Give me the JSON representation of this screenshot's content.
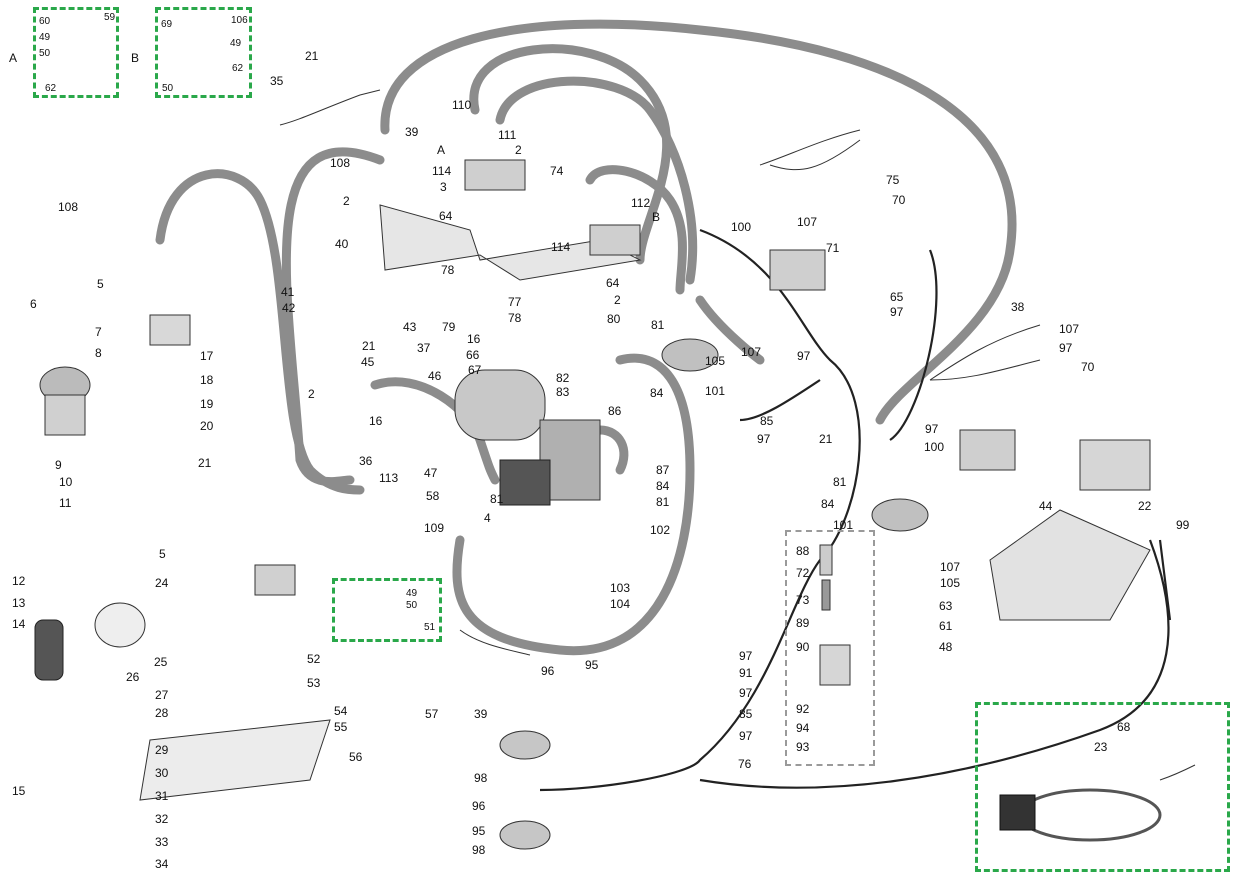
{
  "insets": {
    "a_letter": "A",
    "b_letter": "B",
    "a_labels": [
      "60",
      "59",
      "49",
      "50",
      "62"
    ],
    "b_labels": [
      "69",
      "106",
      "49",
      "62",
      "50"
    ],
    "c_labels": [
      "49",
      "50",
      "51"
    ]
  },
  "callouts": [
    "21",
    "35",
    "39",
    "108",
    "110",
    "111",
    "2",
    "74",
    "3",
    "A",
    "114",
    "64",
    "108",
    "40",
    "2",
    "5",
    "6",
    "7",
    "8",
    "17",
    "18",
    "19",
    "20",
    "9",
    "10",
    "11",
    "41",
    "42",
    "43",
    "79",
    "78",
    "77",
    "78",
    "16",
    "66",
    "67",
    "37",
    "21",
    "45",
    "46",
    "82",
    "83",
    "2",
    "16",
    "36",
    "47",
    "58",
    "81",
    "4",
    "86",
    "87",
    "84",
    "81",
    "109",
    "113",
    "21",
    "5",
    "24",
    "12",
    "13",
    "14",
    "25",
    "26",
    "27",
    "28",
    "29",
    "30",
    "31",
    "32",
    "33",
    "34",
    "15",
    "52",
    "53",
    "54",
    "55",
    "56",
    "57",
    "39",
    "96",
    "95",
    "98",
    "96",
    "95",
    "98",
    "76",
    "88",
    "72",
    "73",
    "89",
    "90",
    "92",
    "94",
    "93",
    "102",
    "103",
    "104",
    "97",
    "91",
    "97",
    "85",
    "97",
    "75",
    "107",
    "70",
    "100",
    "71",
    "65",
    "97",
    "112",
    "B",
    "114",
    "64",
    "2",
    "80",
    "81",
    "84",
    "101",
    "105",
    "107",
    "97",
    "85",
    "97",
    "38",
    "107",
    "97",
    "70",
    "21",
    "97",
    "100",
    "81",
    "84",
    "101",
    "107",
    "105",
    "44",
    "22",
    "99",
    "63",
    "61",
    "48",
    "68",
    "23"
  ]
}
